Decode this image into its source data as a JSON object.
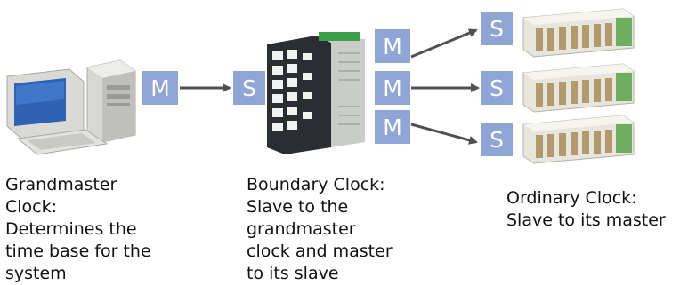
{
  "badges": {
    "master_label": "M",
    "slave_label": "S"
  },
  "captions": {
    "grandmaster": [
      "Grandmaster",
      "Clock:",
      "Determines the",
      "time base for the",
      "system"
    ],
    "boundary": [
      "Boundary Clock:",
      "Slave to the",
      "grandmaster",
      "clock and master",
      "to its slave"
    ],
    "ordinary": [
      "Ordinary Clock:",
      "Slave to its master"
    ]
  },
  "colors": {
    "badge": "#8fa5d6",
    "arrow": "#505050",
    "switch_body": "#2a2d31",
    "module_body": "#e8e6dc"
  },
  "icons": {
    "grandmaster": "desktop-computer-icon",
    "boundary": "network-switch-icon",
    "ordinary": "io-module-icon"
  }
}
